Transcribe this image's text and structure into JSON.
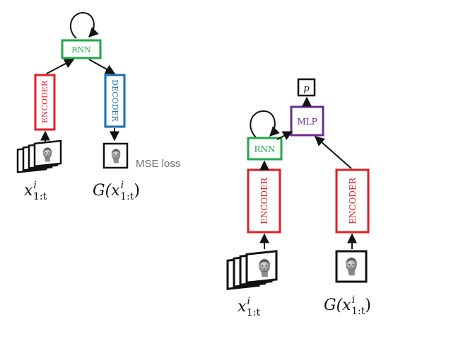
{
  "colors": {
    "encoder": "#e31e24",
    "decoder": "#1a6eb5",
    "rnn": "#21a84a",
    "mlp": "#6b2c91",
    "arrow": "#111111",
    "loss_text": "#6e6e6e"
  },
  "left": {
    "rnn_label": "RNN",
    "encoder_label": "ENCODER",
    "decoder_label": "DECODER",
    "loss_label": "MSE loss",
    "input_var": "x",
    "input_sup": "i",
    "input_sub": "1:t",
    "output_prefix": "G(",
    "output_var": "x",
    "output_sup": "i",
    "output_sub": "1:t",
    "output_suffix": ")"
  },
  "right": {
    "p_label": "p",
    "mlp_label": "MLP",
    "rnn_label": "RNN",
    "encoder1_label": "ENCODER",
    "encoder2_label": "ENCODER",
    "input_var": "x",
    "input_sup": "i",
    "input_sub": "1:t",
    "output_prefix": "G(",
    "output_var": "x",
    "output_sup": "i",
    "output_sub": "1:t",
    "output_suffix": ")"
  },
  "icons": {
    "face": "face-icon",
    "frame_stack": "frame-stack-icon",
    "loop": "loop-arrow-icon"
  }
}
